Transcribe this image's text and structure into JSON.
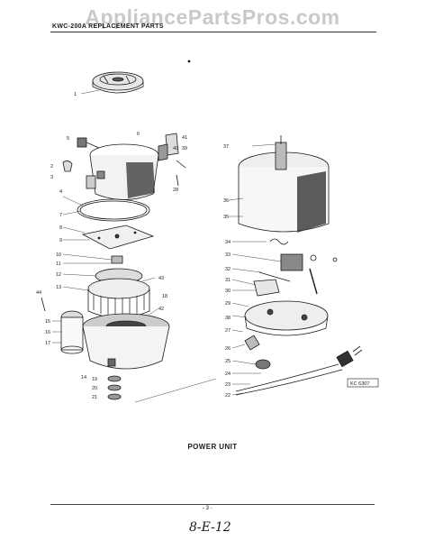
{
  "watermark": "AppliancePartsPros.com",
  "header": {
    "title": "KWC-200A REPLACEMENT PARTS"
  },
  "caption": "POWER UNIT",
  "page_number": "- 3 -",
  "handwritten_note": "8-E-12",
  "colors": {
    "ink": "#1a1a1a",
    "watermark": "#c9c9c9",
    "shade": "#555555"
  },
  "callouts": [
    "1",
    "2",
    "3",
    "4",
    "5",
    "6",
    "7",
    "8",
    "9",
    "10",
    "11",
    "12",
    "13",
    "14",
    "15",
    "16",
    "17",
    "18",
    "19",
    "20",
    "21",
    "22",
    "23",
    "24",
    "25",
    "26",
    "27",
    "28",
    "29",
    "30",
    "31",
    "32",
    "33",
    "34",
    "35",
    "36",
    "37",
    "38",
    "39",
    "40",
    "41",
    "42",
    "43",
    "44"
  ],
  "stamp": "KC 6307"
}
